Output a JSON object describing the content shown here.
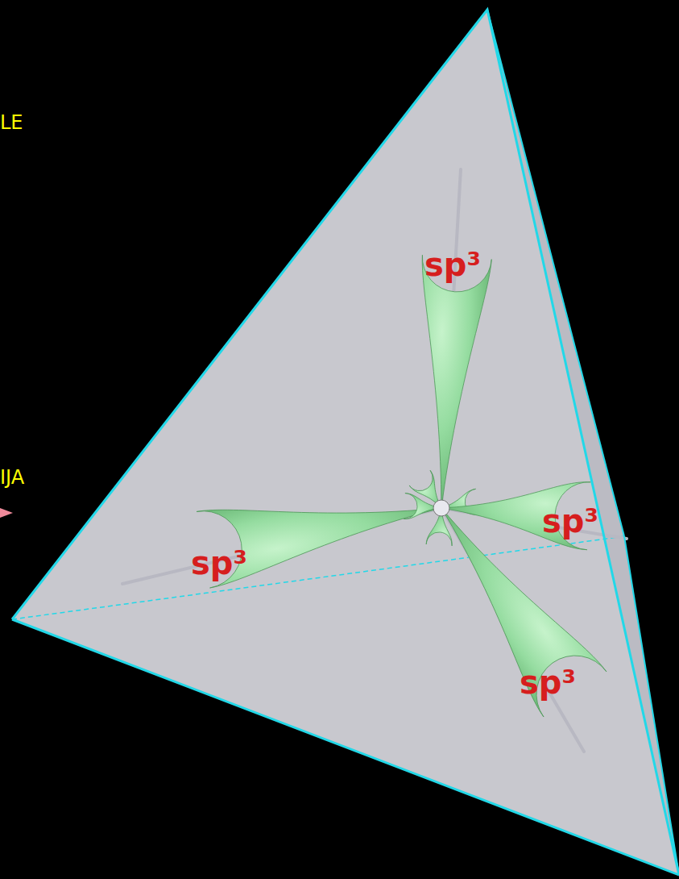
{
  "diagram": {
    "labels": [
      "LE",
      "IJA",
      "sp³",
      "sp³",
      "sp³",
      "sp³"
    ]
  }
}
